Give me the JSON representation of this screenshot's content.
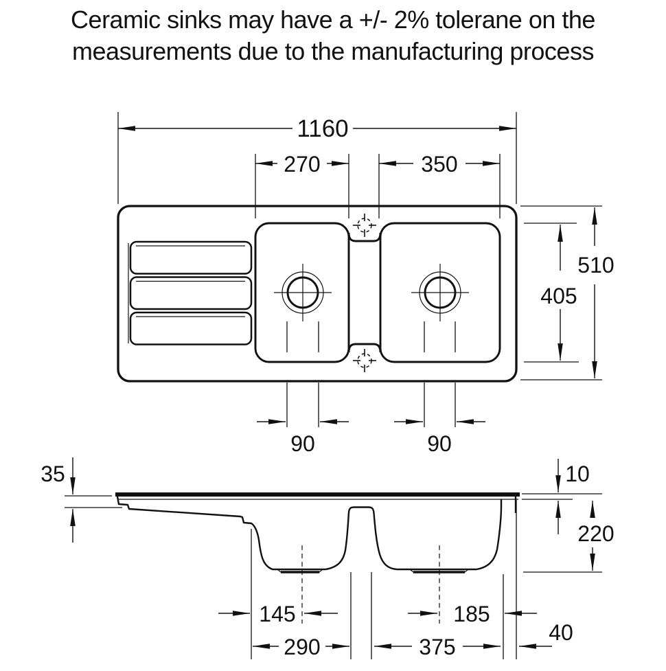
{
  "header": {
    "line1": "Ceramic sinks may have a +/- 2% tolerane on the",
    "line2": "measurements due to the manufacturing process"
  },
  "top_view": {
    "dims": {
      "overall_width": "1160",
      "bowl1_width": "270",
      "bowl2_width": "350",
      "overall_depth": "510",
      "bowls_depth": "405",
      "bowl1_drain": "90",
      "bowl2_drain": "90"
    }
  },
  "side_view": {
    "dims": {
      "front_edge_height": "35",
      "rim_thickness": "10",
      "bowl_depth": "220",
      "bowl1_drain_offset": "145",
      "bowl2_drain_offset": "185",
      "bowl1_base_width": "290",
      "bowl2_base_width": "375",
      "right_edge_offset": "40"
    }
  },
  "colors": {
    "line": "#111111",
    "background": "#ffffff"
  }
}
